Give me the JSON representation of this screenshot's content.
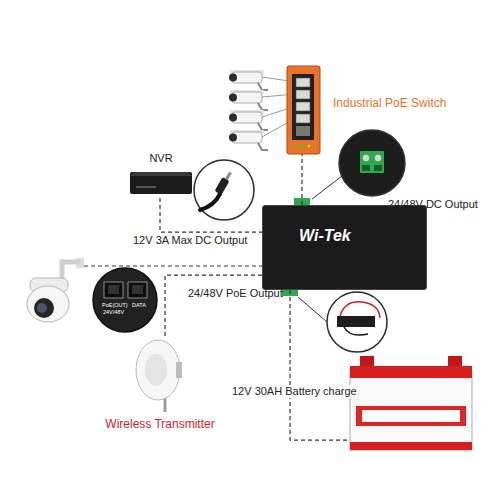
{
  "diagram": {
    "nodes": [
      {
        "text": [
          "Industrial PoE Switch"
        ]
      },
      {
        "text": [
          "NVR"
        ]
      },
      {
        "text": [
          "Wi-Tek"
        ]
      },
      {
        "text": [
          "Wireless Transmitter"
        ]
      },
      {
        "text": [
          "12V 30AH Battery charge"
        ]
      }
    ],
    "edges": [
      {
        "from": 1,
        "to": 2,
        "arrow": "none",
        "label": "12V 3A Max DC Output"
      },
      {
        "from": 2,
        "to": 0,
        "arrow": "none"
      },
      {
        "from": 2,
        "to": 3,
        "arrow": "none"
      },
      {
        "from": 2,
        "to": 4,
        "arrow": "none"
      }
    ],
    "labels": [
      "24/48V DC Output",
      "24/48V PoE Output",
      "PoE(OUT)",
      "24V/48V",
      "DATA"
    ]
  }
}
